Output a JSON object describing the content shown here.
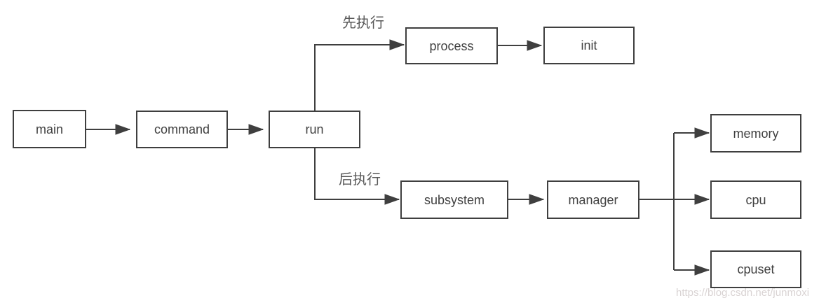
{
  "diagram": {
    "title": "",
    "nodes": [
      {
        "id": "main",
        "label": "main"
      },
      {
        "id": "command",
        "label": "command"
      },
      {
        "id": "run",
        "label": "run"
      },
      {
        "id": "process",
        "label": "process"
      },
      {
        "id": "init",
        "label": "init"
      },
      {
        "id": "subsystem",
        "label": "subsystem"
      },
      {
        "id": "manager",
        "label": "manager"
      },
      {
        "id": "memory",
        "label": "memory"
      },
      {
        "id": "cpu",
        "label": "cpu"
      },
      {
        "id": "cpuset",
        "label": "cpuset"
      }
    ],
    "edge_labels": {
      "execute_first": "先执行",
      "execute_later": "后执行"
    },
    "edges": [
      {
        "from": "main",
        "to": "command"
      },
      {
        "from": "command",
        "to": "run"
      },
      {
        "from": "run",
        "to": "process",
        "label": "先执行"
      },
      {
        "from": "process",
        "to": "init"
      },
      {
        "from": "run",
        "to": "subsystem",
        "label": "后执行"
      },
      {
        "from": "subsystem",
        "to": "manager"
      },
      {
        "from": "manager",
        "to": "memory"
      },
      {
        "from": "manager",
        "to": "cpu"
      },
      {
        "from": "manager",
        "to": "cpuset"
      }
    ],
    "watermark": "https://blog.csdn.net/junmoxi",
    "colors": {
      "line": "#3f3f3f",
      "node_border": "#3f3f3f",
      "node_fill": "#ffffff",
      "node_text": "#404040",
      "edge_label_text": "#595959",
      "watermark_text": "#d9d3d3",
      "background": "#ffffff"
    }
  }
}
